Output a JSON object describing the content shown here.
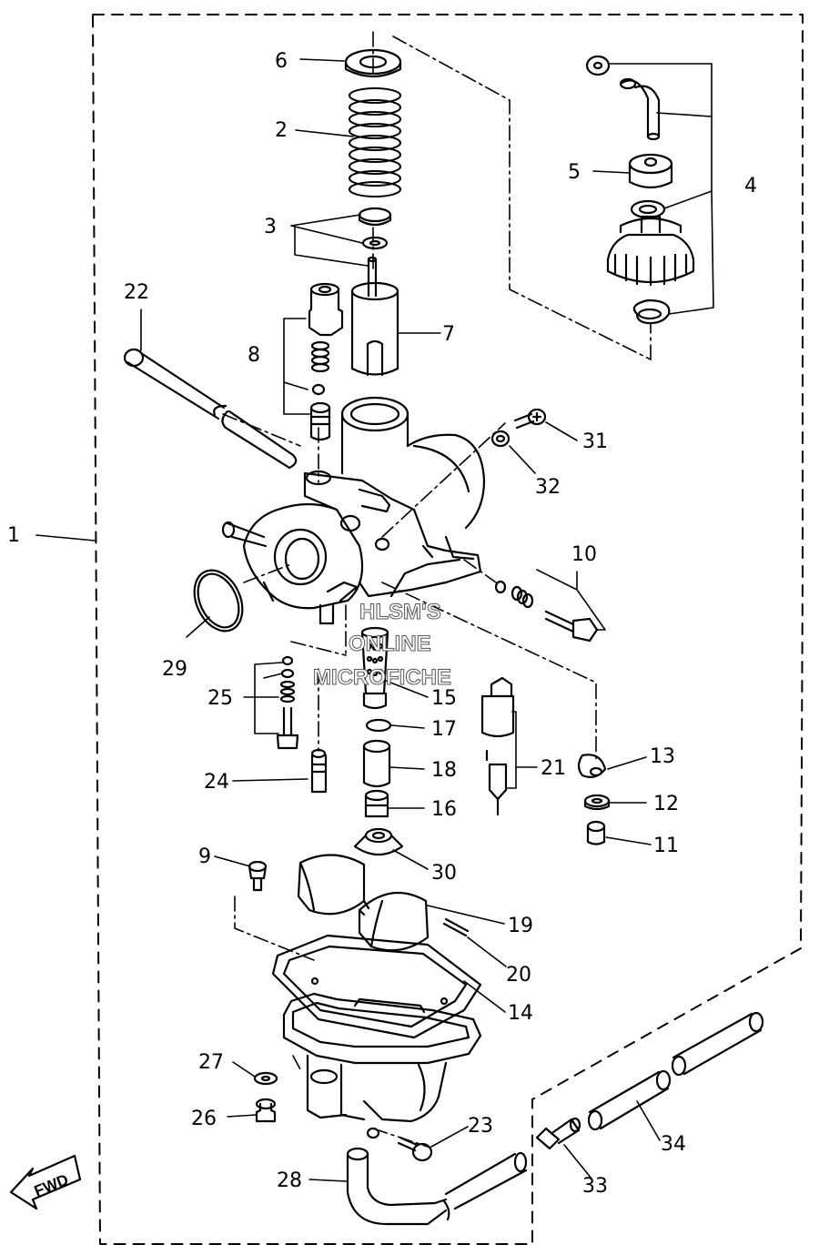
{
  "callouts": [
    "1",
    "2",
    "3",
    "4",
    "5",
    "6",
    "7",
    "8",
    "9",
    "10",
    "11",
    "12",
    "13",
    "14",
    "15",
    "16",
    "17",
    "18",
    "19",
    "20",
    "21",
    "22",
    "23",
    "24",
    "25",
    "26",
    "27",
    "28",
    "29",
    "30",
    "31",
    "32",
    "33",
    "34"
  ],
  "watermark": [
    "HLSM'S",
    "ONLINE",
    "MICROFICHE"
  ],
  "fwd_label": "FWD",
  "colors": {
    "ink": "#000000",
    "paper": "#ffffff"
  }
}
